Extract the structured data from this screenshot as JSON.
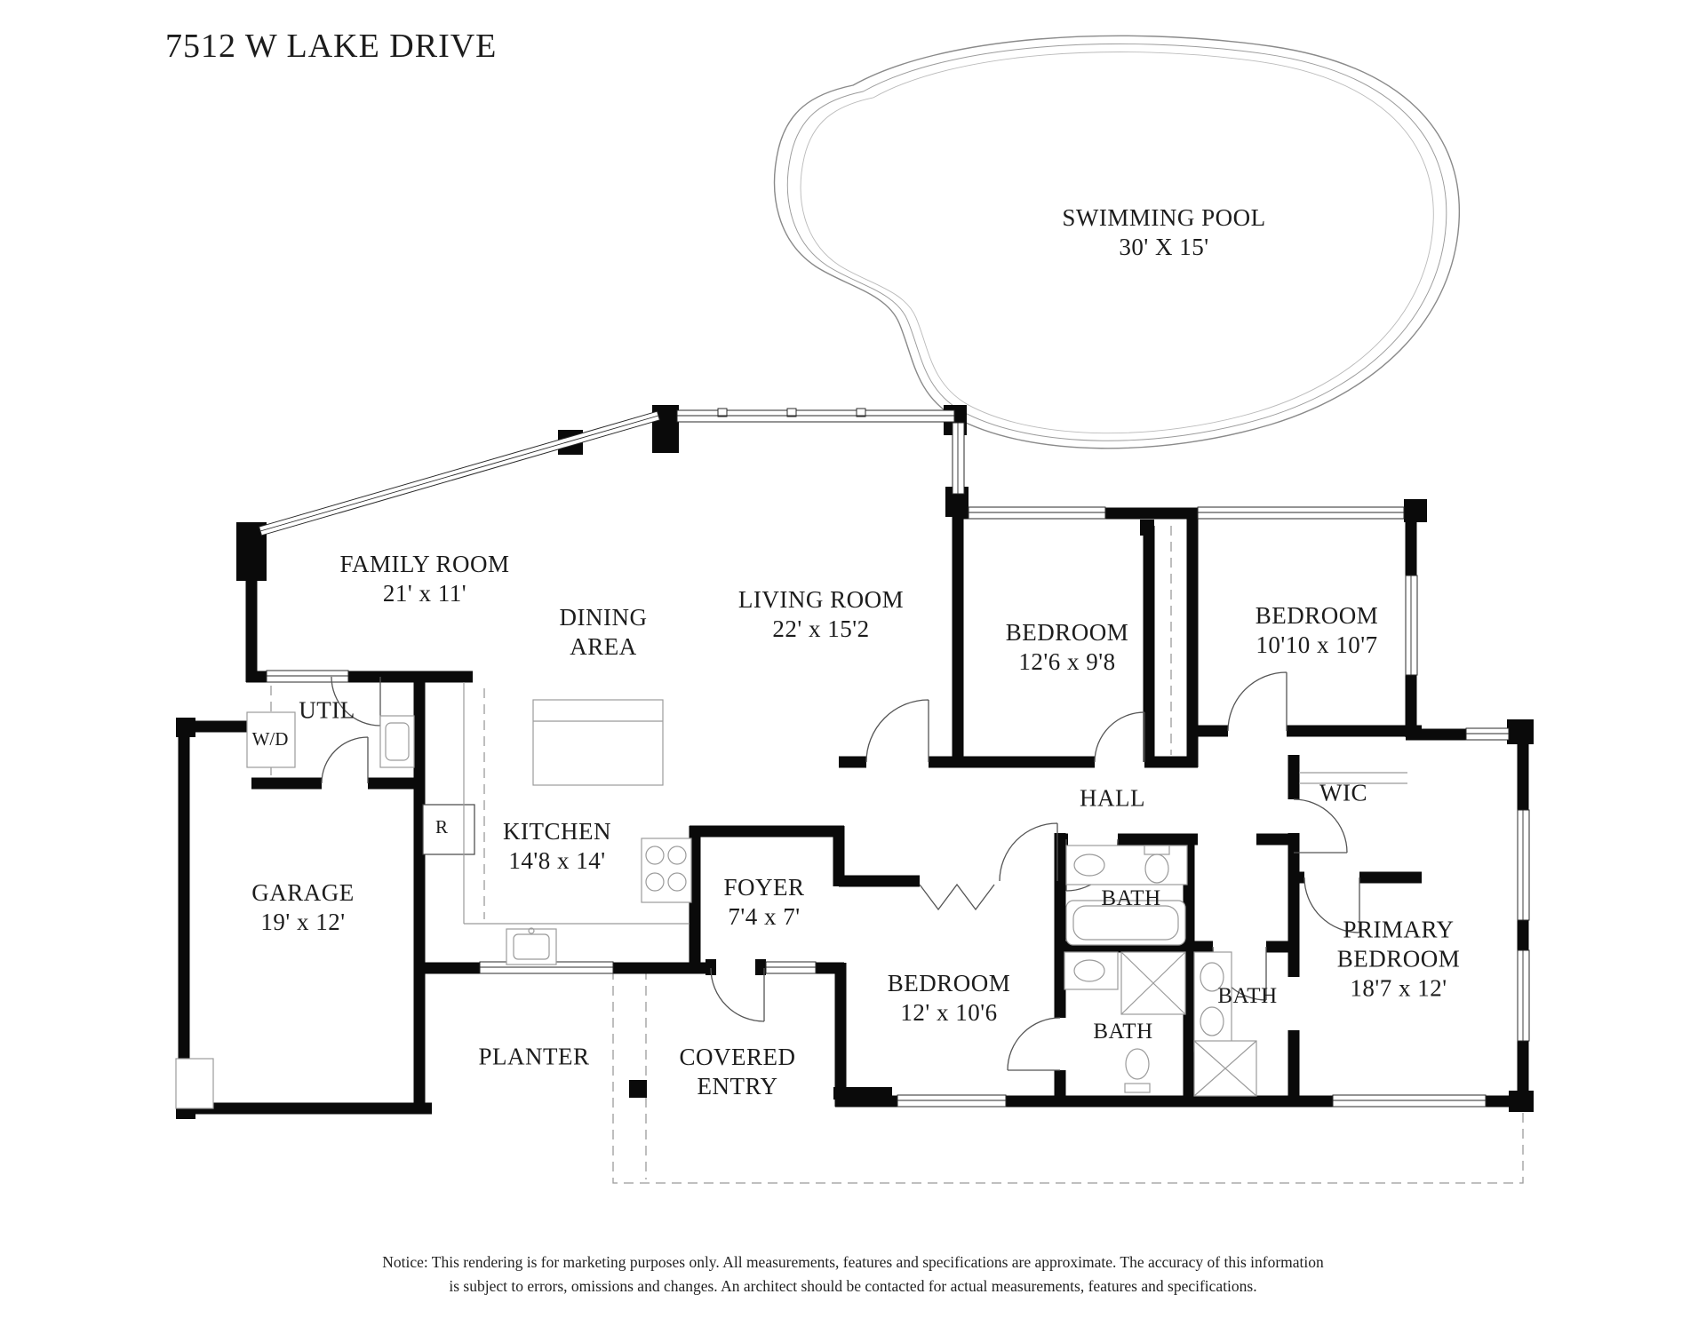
{
  "title": "7512 W LAKE DRIVE",
  "pool": {
    "name": "SWIMMING POOL",
    "dims": "30' X 15'"
  },
  "rooms": {
    "family": {
      "name": "FAMILY ROOM",
      "dims": "21' x 11'"
    },
    "dining": {
      "name": "DINING AREA",
      "dims": ""
    },
    "living": {
      "name": "LIVING ROOM",
      "dims": "22' x 15'2"
    },
    "bedroom_a": {
      "name": "BEDROOM",
      "dims": "12'6 x 9'8"
    },
    "bedroom_b": {
      "name": "BEDROOM",
      "dims": "10'10 x 10'7"
    },
    "util": {
      "name": "UTIL",
      "dims": ""
    },
    "kitchen": {
      "name": "KITCHEN",
      "dims": "14'8 x 14'"
    },
    "garage": {
      "name": "GARAGE",
      "dims": "19' x 12'"
    },
    "foyer": {
      "name": "FOYER",
      "dims": "7'4 x 7'"
    },
    "hall": {
      "name": "HALL",
      "dims": ""
    },
    "wic": {
      "name": "WIC",
      "dims": ""
    },
    "bath_hall": {
      "name": "BATH",
      "dims": ""
    },
    "bedroom_c": {
      "name": "BEDROOM",
      "dims": "12' x 10'6"
    },
    "bath_guest": {
      "name": "BATH",
      "dims": ""
    },
    "bath_primary": {
      "name": "BATH",
      "dims": ""
    },
    "primary": {
      "name": "PRIMARY BEDROOM",
      "dims": "18'7 x 12'"
    },
    "planter": {
      "name": "PLANTER",
      "dims": ""
    },
    "covered_entry": {
      "name": "COVERED ENTRY",
      "dims": ""
    }
  },
  "appliances": {
    "washer_dryer": "W/D",
    "refrigerator": "R"
  },
  "notice": {
    "line1": "Notice: This rendering is for marketing purposes only. All measurements, features and specifications are approximate. The accuracy of this information",
    "line2": "is subject to errors, omissions and changes. An architect should be contacted for actual measurements, features and specifications."
  },
  "colors": {
    "wall": "#0a0a0a",
    "window_line": "#2a2a2a",
    "fixture": "#9b9b9b",
    "dashed": "#9b9b9b",
    "text": "#1c1c1c"
  }
}
